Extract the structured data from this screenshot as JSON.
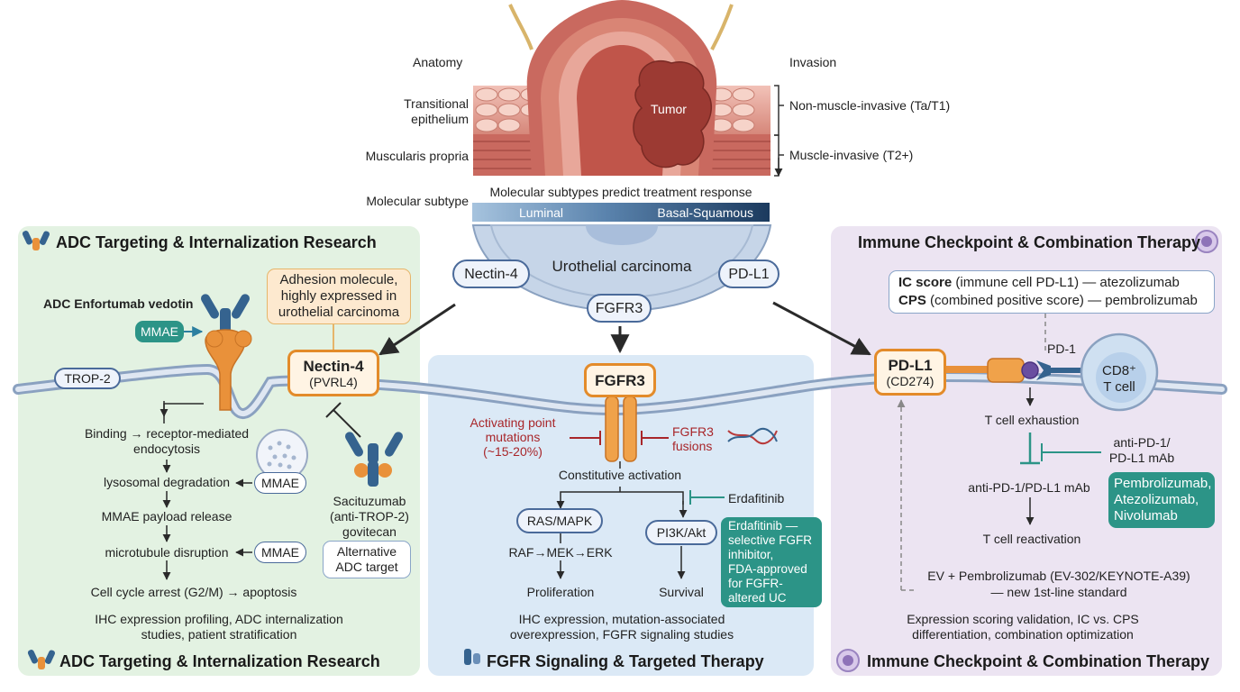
{
  "anatomy": {
    "anatomy_label": "Anatomy",
    "invasion_label": "Invasion",
    "transitional_epithelium": "Transitional\nepithelium",
    "muscularis_propria": "Muscularis propria",
    "molecular_subtype_label": "Molecular subtype",
    "tumor_label": "Tumor",
    "non_muscle_invasive": "Non-muscle-invasive (Ta/T1)",
    "muscle_invasive": "Muscle-invasive (T2+)",
    "subtypes_caption": "Molecular subtypes predict treatment response",
    "luminal": "Luminal",
    "basal_squamous": "Basal-Squamous",
    "urothelial_carcinoma": "Urothelial carcinoma",
    "nectin4_tag": "Nectin-4",
    "pdl1_tag": "PD-L1",
    "fgfr3_tag": "FGFR3"
  },
  "left_panel": {
    "title": "ADC Targeting & Internalization Research",
    "footer_title": "ADC Targeting & Internalization Research",
    "adc_label": "ADC Enfortumab vedotin",
    "mmae": "MMAE",
    "adhesion_note": "Adhesion molecule,\nhighly expressed in\nurothelial carcinoma",
    "trop2": "TROP-2",
    "nectin4": "Nectin-4",
    "pvrl4": "(PVRL4)",
    "step1": "Binding → receptor-mediated\nendocytosis",
    "step2": "lysosomal degradation",
    "step3": "MMAE payload release",
    "step4": "microtubule disruption",
    "step5": "Cell cycle arrest (G2/M) → apoptosis",
    "sacituzumab": "Sacituzumab\n(anti-TROP-2)\ngovitecan",
    "alt_target": "Alternative\nADC target",
    "research": "IHC expression profiling, ADC internalization\nstudies, patient stratification"
  },
  "mid_panel": {
    "footer_title": "FGFR Signaling & Targeted Therapy",
    "fgfr3": "FGFR3",
    "activating": "Activating point\nmutations\n(~15-20%)",
    "fusions": "FGFR3\nfusions",
    "constitutive": "Constitutive activation",
    "erdafitinib": "Erdafitinib",
    "ras_mapk": "RAS/MAPK",
    "pi3k": "PI3K/Akt",
    "raf_mek": "RAF→MEK→ERK",
    "proliferation": "Proliferation",
    "survival": "Survival",
    "erdafitinib_note": "Erdafitinib —\nselective FGFR\ninhibitor,\nFDA-approved\nfor FGFR-\naltered UC",
    "research": "IHC expression, mutation-associated\noverexpression, FGFR signaling studies"
  },
  "right_panel": {
    "title": "Immune Checkpoint & Combination Therapy",
    "footer_title": "Immune Checkpoint & Combination Therapy",
    "ic_score_bold": "IC score",
    "ic_score_rest": " (immune cell PD-L1) — atezolizumab",
    "cps_bold": "CPS",
    "cps_rest": " (combined positive score) — pembrolizumab",
    "pdl1": "PD-L1",
    "cd274": "(CD274)",
    "pd1": "PD-1",
    "cd8": "CD8⁺\nT cell",
    "exhaustion": "T cell exhaustion",
    "anti_pd1_side": "anti-PD-1/\nPD-L1 mAb",
    "anti_pd1_mab": "anti-PD-1/PD-L1 mAb",
    "drugs": "Pembrolizumab,\nAtezolizumab,\nNivolumab",
    "reactivation": "T cell reactivation",
    "ev_pembro": "EV + Pembrolizumab (EV-302/KEYNOTE-A39)\n— new 1st-line standard",
    "research": "Expression scoring validation, IC vs. CPS\ndifferentiation, combination optimization"
  }
}
